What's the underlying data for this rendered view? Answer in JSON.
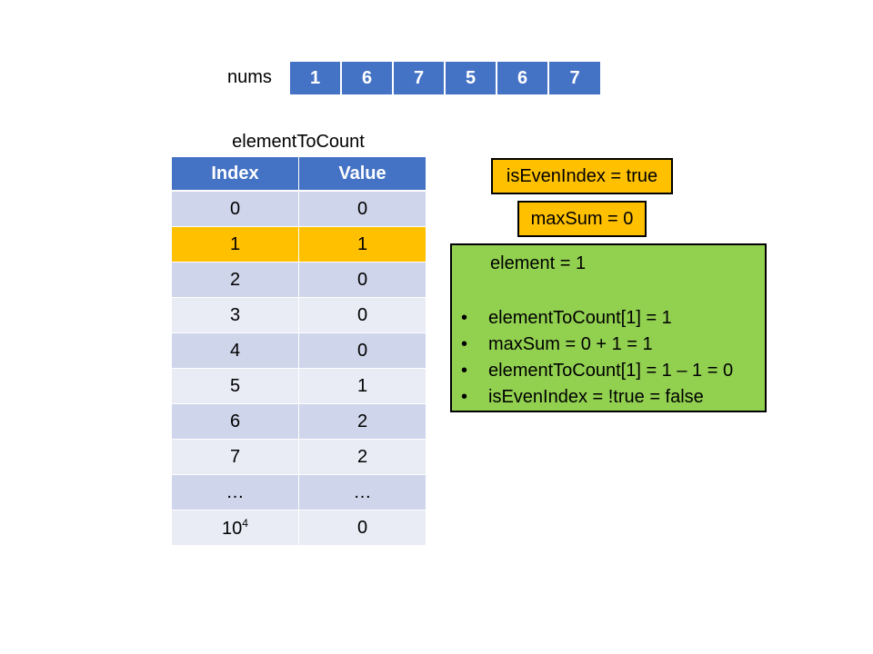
{
  "nums": {
    "label": "nums",
    "values": [
      "1",
      "6",
      "7",
      "5",
      "6",
      "7"
    ]
  },
  "table": {
    "title": "elementToCount",
    "headers": {
      "index": "Index",
      "value": "Value"
    },
    "rows": [
      {
        "index": "0",
        "value": "0"
      },
      {
        "index": "1",
        "value": "1"
      },
      {
        "index": "2",
        "value": "0"
      },
      {
        "index": "3",
        "value": "0"
      },
      {
        "index": "4",
        "value": "0"
      },
      {
        "index": "5",
        "value": "1"
      },
      {
        "index": "6",
        "value": "2"
      },
      {
        "index": "7",
        "value": "2"
      },
      {
        "index": "…",
        "value": "…"
      },
      {
        "index_base": "10",
        "index_sup": "4",
        "value": "0"
      }
    ],
    "highlight_color": "#ffc000"
  },
  "state": {
    "is_even_index": "isEvenIndex = true",
    "max_sum": "maxSum = 0"
  },
  "step": {
    "title": "element = 1",
    "bullets": [
      "elementToCount[1] = 1",
      "maxSum = 0 + 1 = 1",
      "elementToCount[1] = 1 – 1 = 0",
      "isEvenIndex = !true = false"
    ]
  },
  "colors": {
    "header_blue": "#4472c4",
    "row_dark": "#cfd5ea",
    "row_light": "#e9ebf5",
    "highlight": "#ffc000",
    "step_green": "#92d050"
  }
}
